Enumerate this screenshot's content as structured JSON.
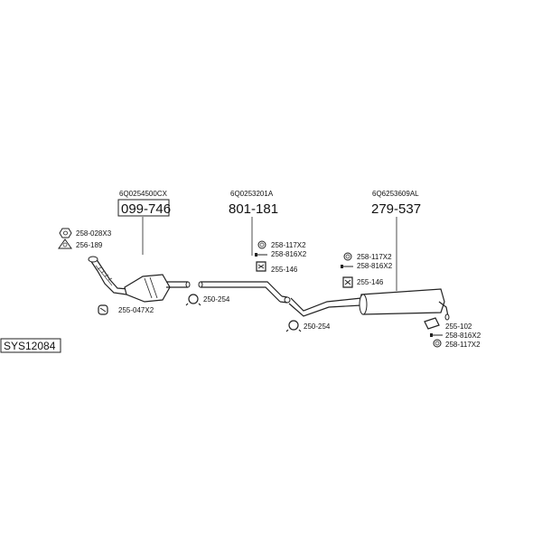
{
  "system_label": "SYS12084",
  "parts": {
    "catalytic": {
      "oem": "6Q0254500CX",
      "number": "099-746"
    },
    "middle_pipe": {
      "oem": "6Q0253201A",
      "number": "801-181"
    },
    "rear_silencer": {
      "oem": "6Q6253609AL",
      "number": "279-537"
    }
  },
  "hardware": {
    "nut": "258-028X3",
    "gasket_top": "256-189",
    "clamp_front": "255-047X2",
    "clamp_cat": "250-254",
    "ring_mid": "258-117X2",
    "bolt_mid": "258-816X2",
    "hanger_mid": "255-146",
    "clamp_mid": "250-254",
    "ring_rear": "258-117X2",
    "bolt_rear": "258-816X2",
    "hanger_rear": "255-146",
    "hanger_tail": "255-102",
    "bolt_tail": "258-816X2",
    "ring_tail": "258-117X2"
  }
}
